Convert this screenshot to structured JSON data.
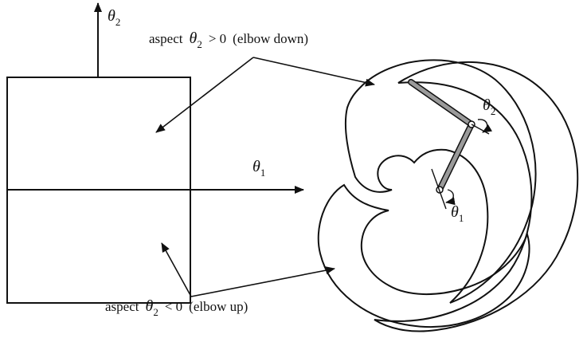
{
  "labels": {
    "aspect_up": {
      "prefix": "aspect",
      "symbol": "θ",
      "subscript": "2",
      "relation": "> 0",
      "suffix": "(elbow down)"
    },
    "aspect_down": {
      "prefix": "aspect",
      "symbol": "θ",
      "subscript": "2",
      "relation": "< 0",
      "suffix": "(elbow up)"
    },
    "axis_vertical": {
      "symbol": "θ",
      "subscript": "2"
    },
    "axis_horizontal": {
      "symbol": "θ",
      "subscript": "1"
    },
    "joint_1": {
      "symbol": "θ",
      "subscript": "1"
    },
    "joint_2": {
      "symbol": "θ",
      "subscript": "2"
    }
  },
  "colors": {
    "ink": "#111111",
    "hatch": "#333333",
    "arm": "#9a9a9a"
  }
}
